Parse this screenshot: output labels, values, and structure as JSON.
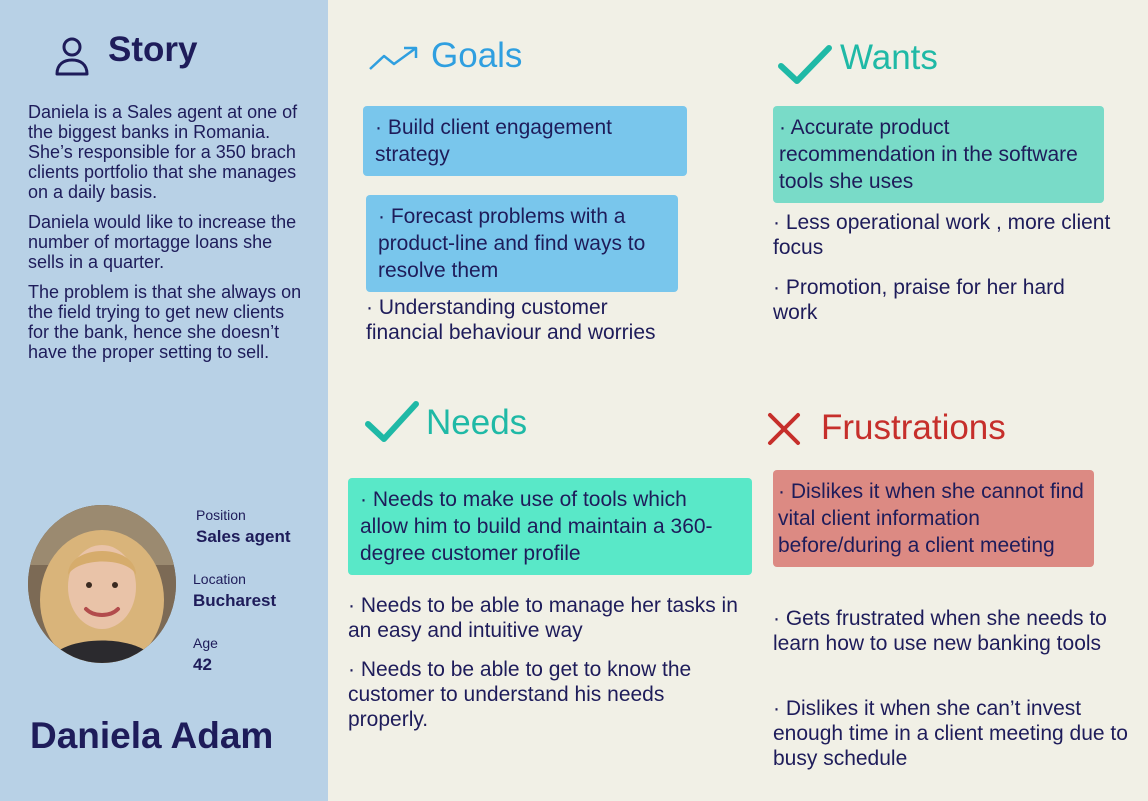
{
  "story": {
    "title": "Story",
    "paragraphs": [
      "Daniela is a Sales agent at one of the biggest banks in Romania.  She’s responsible for a 350 brach clients portfolio that she manages on a daily basis.",
      "Daniela would like to increase the number of mortagge loans she sells in a quarter.",
      "The problem is that she always on the field trying to get new clients for the bank, hence she doesn’t have the proper setting to sell."
    ]
  },
  "profile": {
    "position_label": "Position",
    "position_value": "Sales agent",
    "location_label": "Location",
    "location_value": "Bucharest",
    "age_label": "Age",
    "age_value": "42",
    "name": "Daniela Adam"
  },
  "goals": {
    "title": "Goals",
    "items": [
      "· Build client engagement strategy",
      "· Forecast problems with a product-line and find  ways to resolve them",
      "· Understanding customer financial behaviour and worries"
    ]
  },
  "wants": {
    "title": "Wants",
    "items": [
      "· Accurate product recommendation in the software tools she uses",
      "· Less operational work , more client focus",
      "· Promotion, praise for her hard work"
    ]
  },
  "needs": {
    "title": "Needs",
    "items": [
      "· Needs to make use of tools which allow him to build and maintain a 360-degree customer profile",
      "· Needs to be able to manage her tasks in an easy and intuitive way",
      "· Needs to be able to get to know the customer to understand his needs properly."
    ]
  },
  "frustrations": {
    "title": "Frustrations",
    "items": [
      "· Dislikes it when she cannot find vital client information before/during a client meeting",
      "· Gets frustrated when she needs to learn how to use new banking tools",
      "· Dislikes it when she can’t invest enough time in a client meeting due to busy schedule"
    ]
  },
  "colors": {
    "sidebar": "#b8d1e6",
    "background": "#f1f0e6",
    "navy": "#1e1c5a",
    "goals_accent": "#2f9fe0",
    "teal_accent": "#1fb9a6",
    "frustration_accent": "#c62f2b",
    "blue_note": "#79c6ec",
    "teal_note": "#79dbc8",
    "mint_note": "#59e8c8",
    "red_note": "#dc8a83"
  },
  "icons": {
    "story": "user-icon",
    "goals": "trend-up-icon",
    "wants": "checkmark-icon",
    "needs": "checkmark-icon",
    "frustrations": "close-x-icon"
  }
}
